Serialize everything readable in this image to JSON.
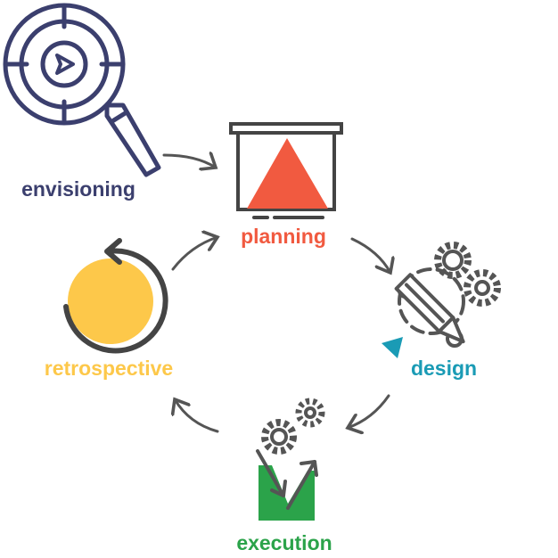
{
  "stages": {
    "envisioning": {
      "label": "envisioning",
      "color": "#3b3f6e"
    },
    "planning": {
      "label": "planning",
      "color": "#f15a40"
    },
    "design": {
      "label": "design",
      "color": "#1a9bb5"
    },
    "execution": {
      "label": "execution",
      "color": "#2ba34a"
    },
    "retrospective": {
      "label": "retrospective",
      "color": "#fdc84a"
    }
  },
  "arrow_color": "#555555"
}
